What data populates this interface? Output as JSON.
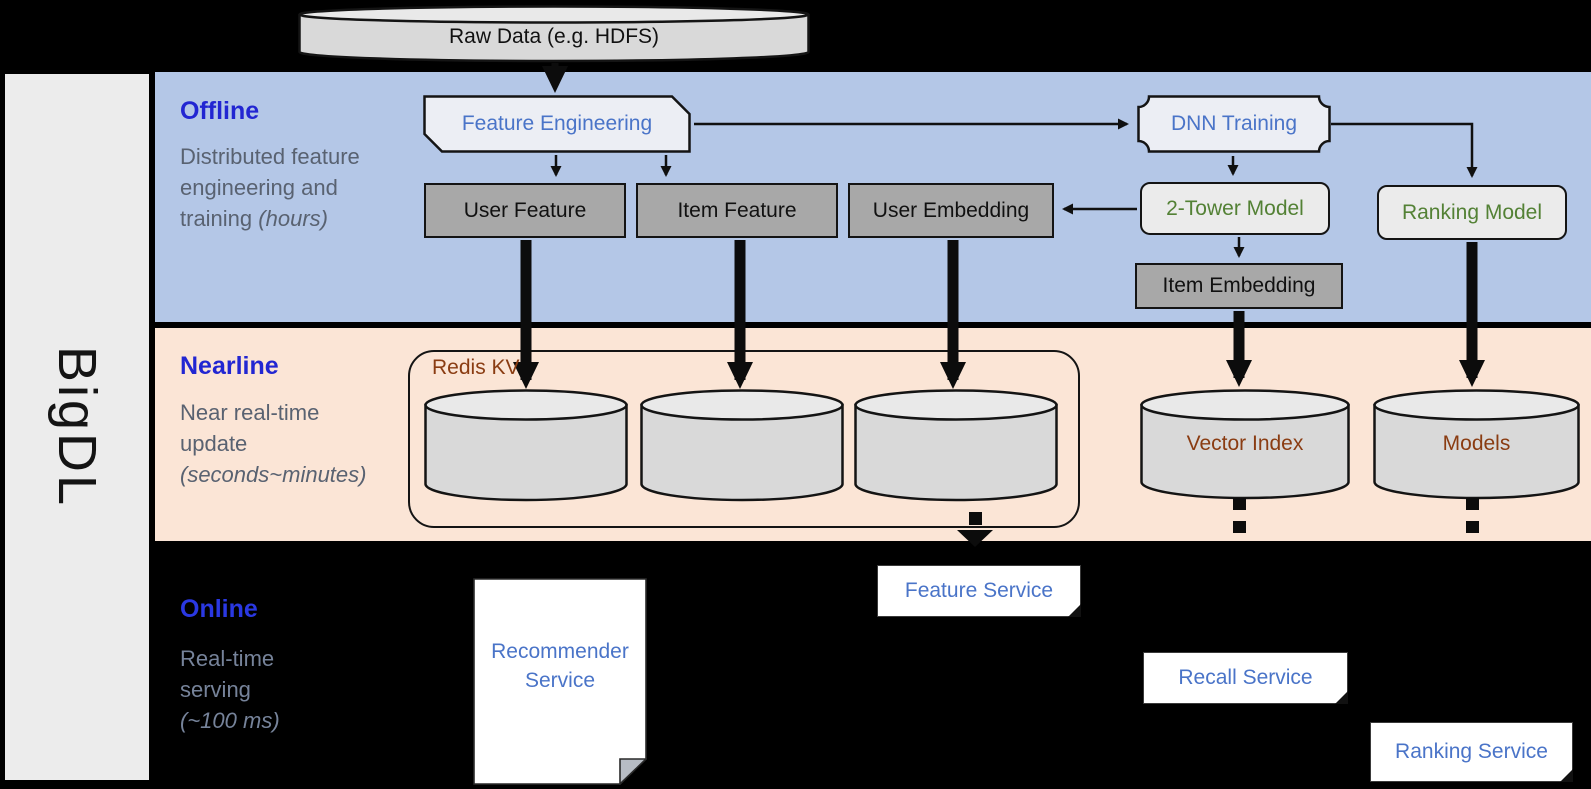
{
  "brand": {
    "name": "BigDL"
  },
  "sections": {
    "offline": {
      "title": "Offline",
      "desc": "Distributed feature engineering and training",
      "desc_note": "(hours)"
    },
    "nearline": {
      "title": "Nearline",
      "desc": "Near real-time update",
      "desc_note": "(seconds~minutes)"
    },
    "online": {
      "title": "Online",
      "desc": "Real-time serving",
      "desc_note": "(~100 ms)"
    }
  },
  "nodes": {
    "raw_data": "Raw Data (e.g. HDFS)",
    "feature_engineering": "Feature Engineering",
    "dnn_training": "DNN Training",
    "user_feature": "User Feature",
    "item_feature": "Item Feature",
    "user_embedding": "User Embedding",
    "two_tower_model": "2-Tower Model",
    "ranking_model": "Ranking Model",
    "item_embedding": "Item Embedding",
    "redis_kv": "Redis KV",
    "vector_index": "Vector Index",
    "models": "Models",
    "recommender_service": "Recommender Service",
    "feature_service": "Feature Service",
    "recall_service": "Recall Service",
    "ranking_service": "Ranking Service"
  },
  "colors": {
    "background": "#000000",
    "sidebar": "#ececec",
    "offline_band": "#b4c7e7",
    "nearline_band": "#fbe5d6",
    "section_title_blue": "#2226d2",
    "node_text_blue": "#4a74c8",
    "node_text_green": "#538135",
    "node_text_brown": "#8a3c12",
    "gray_box_fill": "#a8a8a8",
    "cylinder_fill": "#d9d9d9",
    "light_shape_fill": "#ebebeb"
  }
}
